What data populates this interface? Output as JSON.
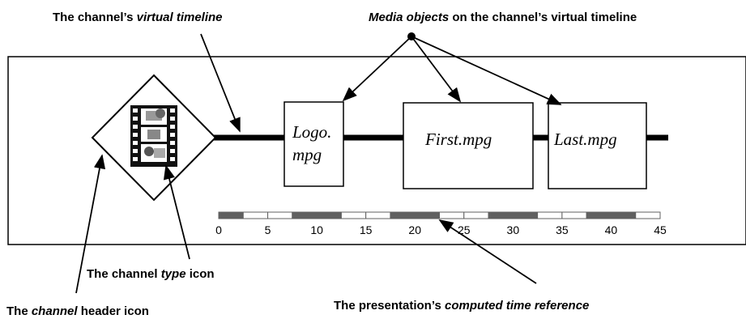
{
  "labels": {
    "virtual_timeline": {
      "prefix": "The channel’s ",
      "emph": "virtual timeline"
    },
    "media_objects": {
      "emph": "Media objects",
      "suffix": " on the channel’s virtual timeline"
    },
    "type_icon": {
      "prefix": "The channel ",
      "emph": "type",
      "suffix": " icon"
    },
    "header_icon": {
      "prefix": "The ",
      "emph": "channel",
      "suffix": " header icon"
    },
    "time_reference": {
      "prefix": "The presentation’s ",
      "emph": "computed time reference"
    }
  },
  "media_objects": [
    {
      "id": "logo",
      "lines": [
        "Logo.",
        "mpg"
      ]
    },
    {
      "id": "first",
      "lines": [
        "First.mpg"
      ]
    },
    {
      "id": "last",
      "lines": [
        "Last.mpg"
      ]
    }
  ],
  "time_reference": {
    "ticks": [
      "0",
      "5",
      "10",
      "15",
      "20",
      "25",
      "30",
      "35",
      "40",
      "45"
    ],
    "segment_colors": [
      "#606060",
      "#ffffff"
    ]
  },
  "colors": {
    "line": "#000000",
    "ruler_dark": "#606060"
  }
}
